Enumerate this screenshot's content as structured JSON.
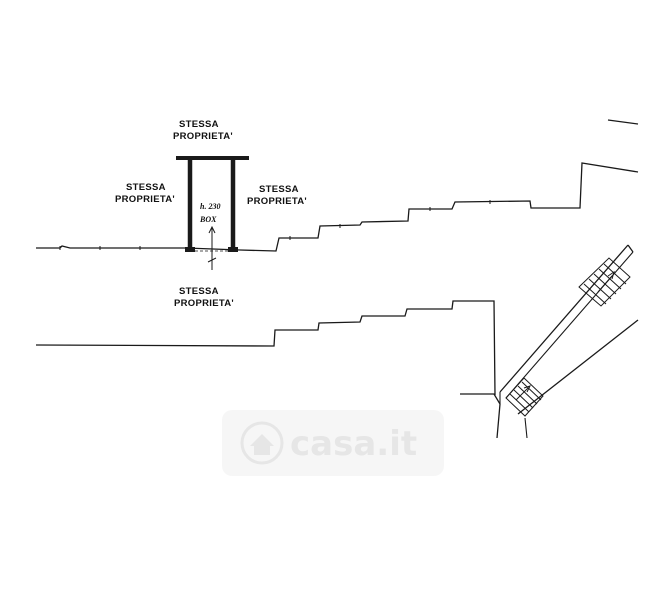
{
  "labels": {
    "top_line1": "STESSA",
    "top_line2": "PROPRIETA'",
    "left_line1": "STESSA",
    "left_line2": "PROPRIETA'",
    "right_line1": "STESSA",
    "right_line2": "PROPRIETA'",
    "bottom_line1": "STESSA",
    "bottom_line2": "PROPRIETA'",
    "box_height": "h. 230",
    "box_name": "BOX"
  },
  "watermark": {
    "text": "casa.it",
    "icon": "house-icon"
  },
  "colors": {
    "line": "#1a1a1a",
    "watermark": "#d8d8d8"
  }
}
